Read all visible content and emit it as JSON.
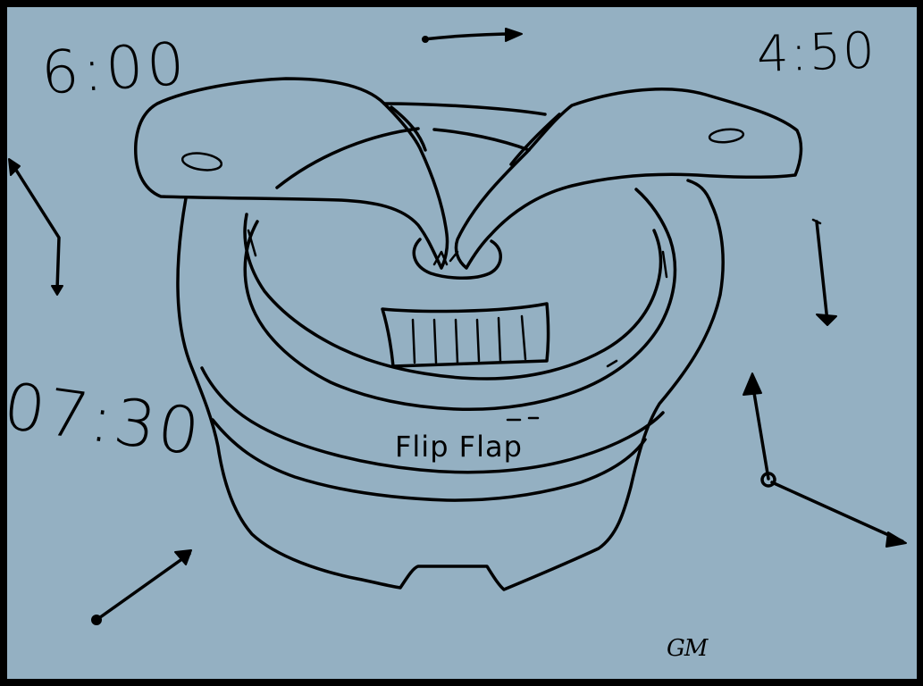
{
  "drawing": {
    "background_color": "#94b0c2",
    "border_color": "#000000",
    "ink_color": "#000000"
  },
  "times": {
    "top_left": "6:00",
    "top_right": "4:50",
    "left": "07:30"
  },
  "device": {
    "label": "Flip Flap",
    "icon": "flip-clock-icon"
  },
  "signature": "GM"
}
